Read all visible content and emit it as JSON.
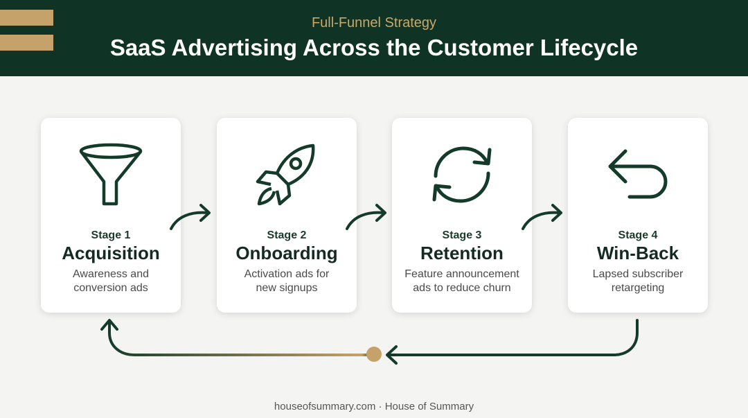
{
  "header": {
    "subtitle": "Full-Funnel Strategy",
    "title": "SaaS Advertising Across the Customer Lifecycle"
  },
  "stages": [
    {
      "stage": "Stage 1",
      "name": "Acquisition",
      "desc1": "Awareness and",
      "desc2": "conversion ads",
      "icon": "funnel-icon"
    },
    {
      "stage": "Stage 2",
      "name": "Onboarding",
      "desc1": "Activation ads for",
      "desc2": "new signups",
      "icon": "rocket-icon"
    },
    {
      "stage": "Stage 3",
      "name": "Retention",
      "desc1": "Feature announcement",
      "desc2": "ads to reduce churn",
      "icon": "refresh-icon"
    },
    {
      "stage": "Stage 4",
      "name": "Win-Back",
      "desc1": "Lapsed subscriber",
      "desc2": "retargeting",
      "icon": "return-arrow-icon"
    }
  ],
  "footer": "houseofsummary.com · House of Summary",
  "colors": {
    "header_bg": "#0f3324",
    "accent_gold": "#c5a26a",
    "dark_green": "#143a2a",
    "background": "#f4f4f2"
  }
}
